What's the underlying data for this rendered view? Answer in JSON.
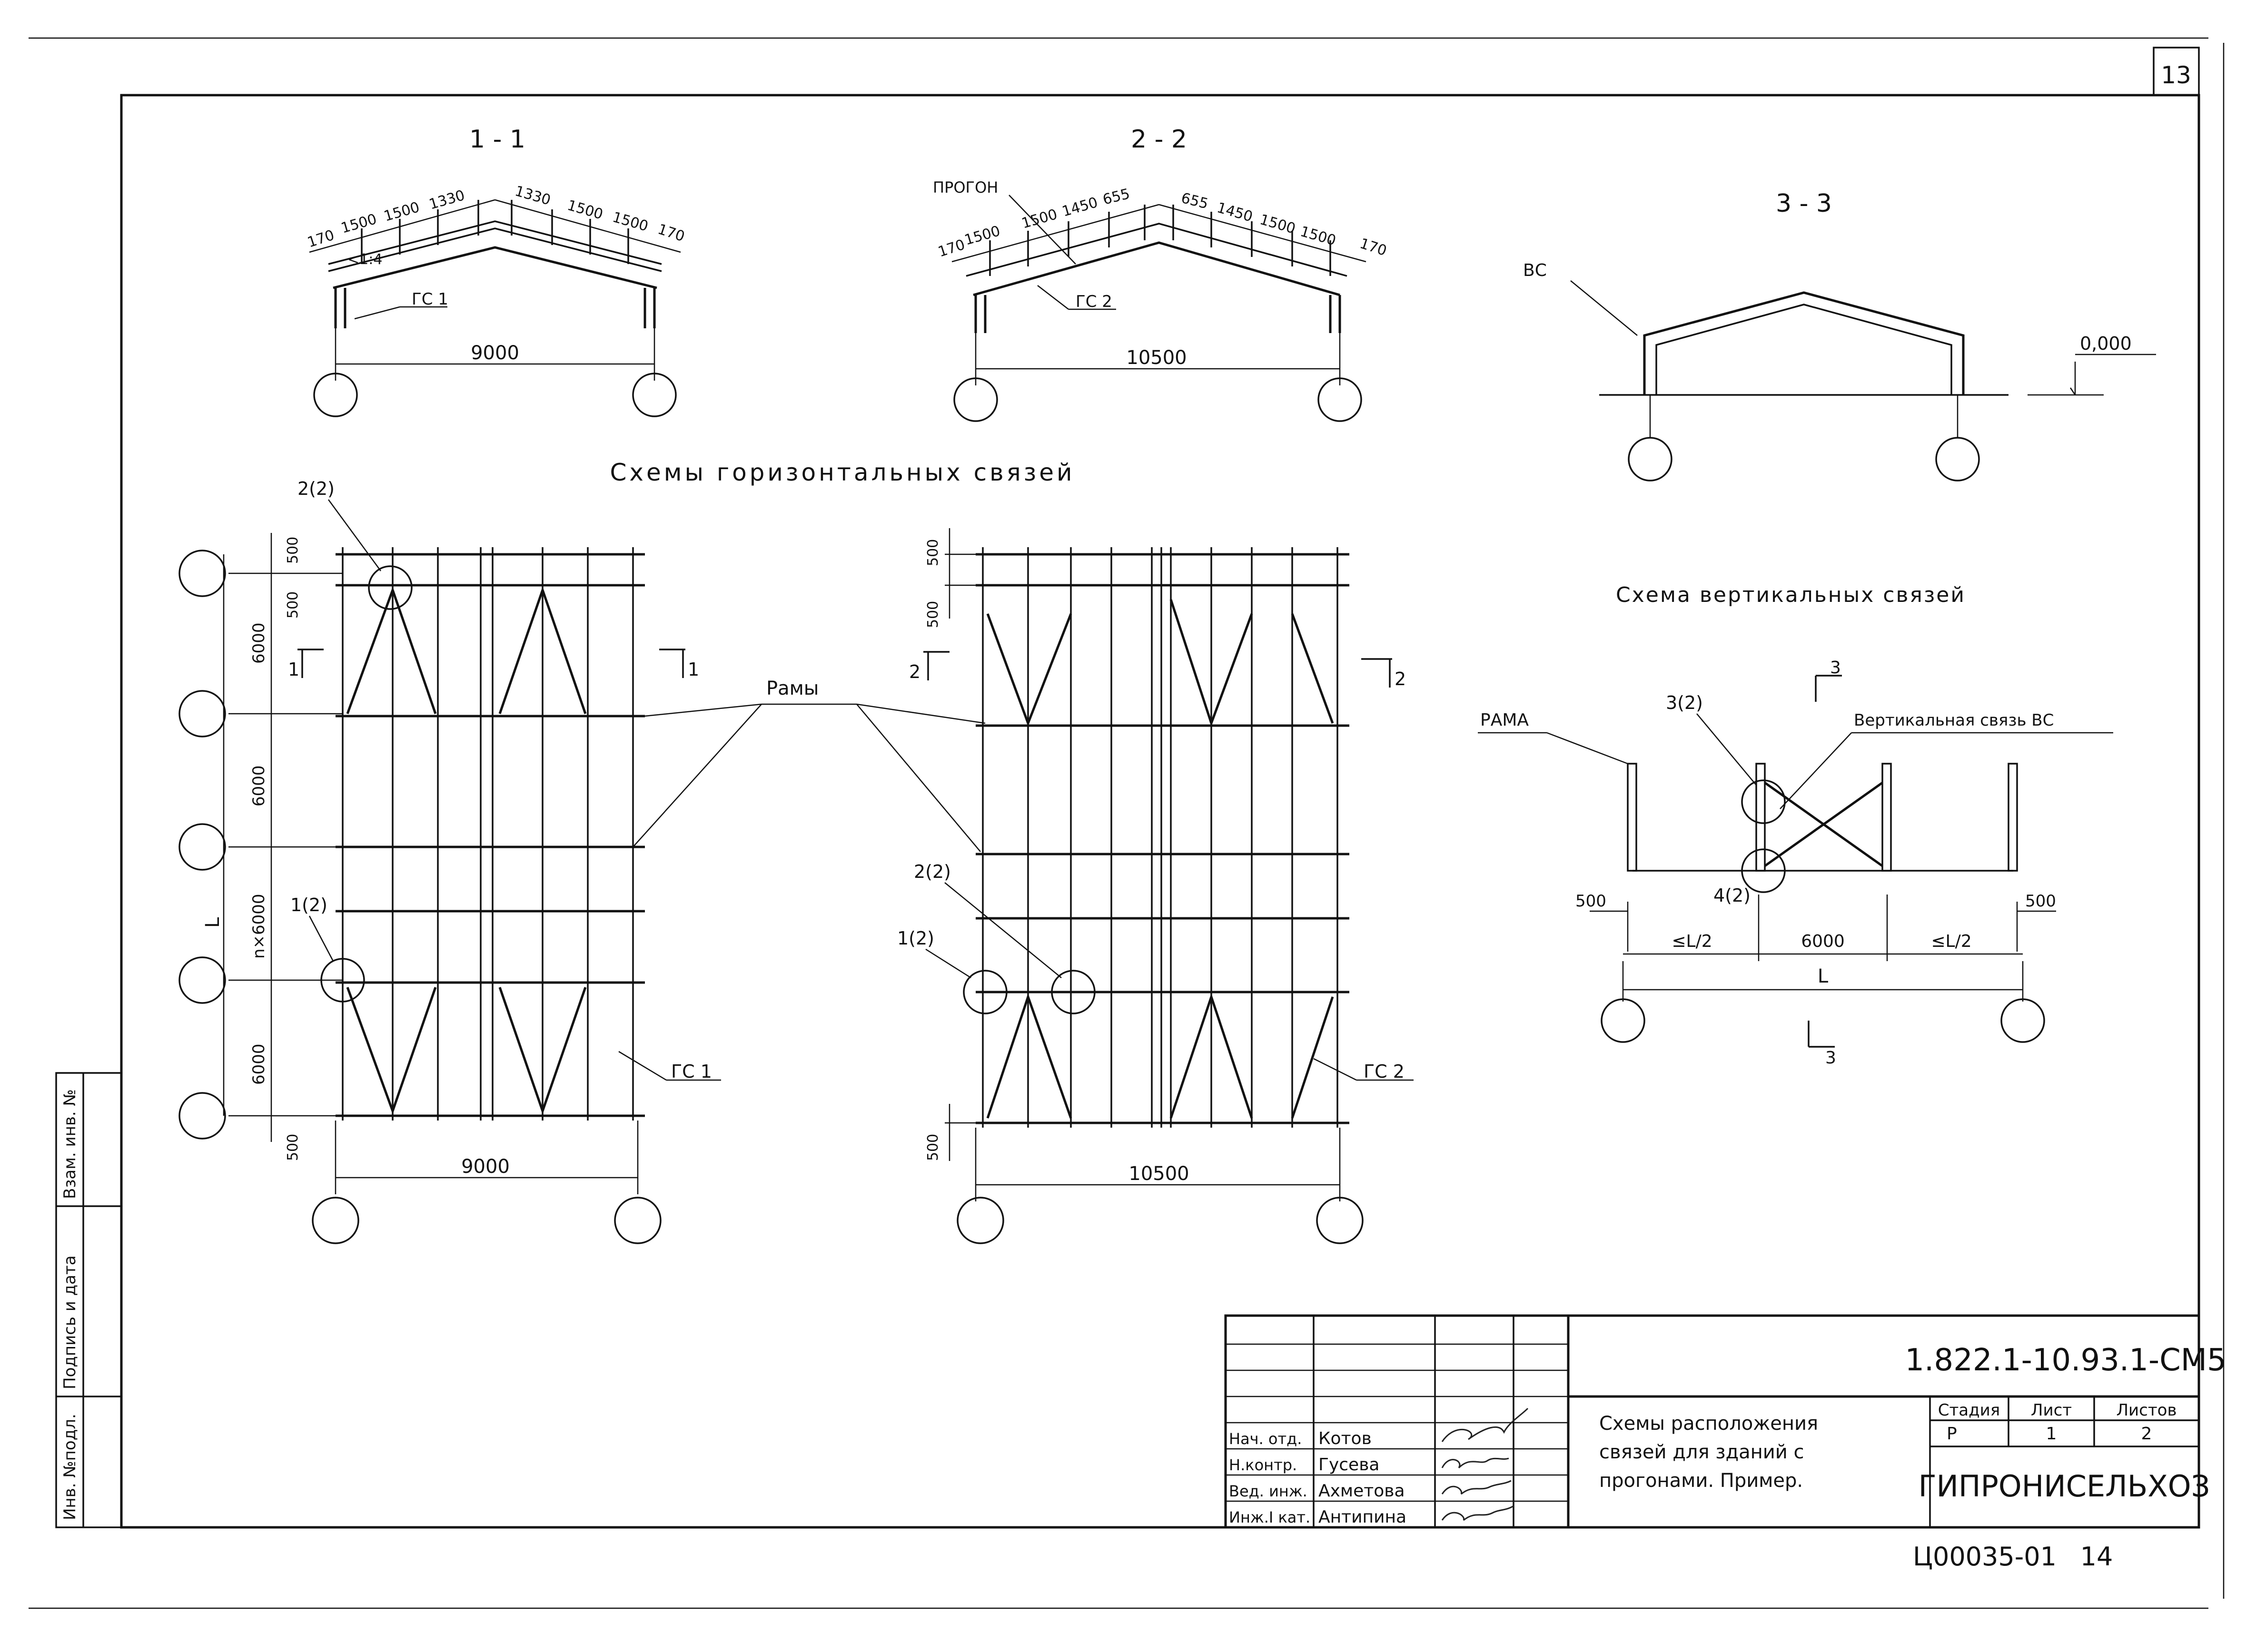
{
  "sheet": {
    "page_number": "13",
    "inventory_number": "Ц00035-01",
    "copy_number": "14"
  },
  "sections": {
    "s11": {
      "label": "1 - 1",
      "dims_left": [
        "170",
        "1500",
        "1500",
        "1330"
      ],
      "dims_right": [
        "1330",
        "1500",
        "1500",
        "170"
      ],
      "slope": "1:4",
      "beam": "ГС 1",
      "span": "9000"
    },
    "s22": {
      "label": "2 - 2",
      "purlin": "ПРОГОН",
      "dims_left": [
        "170",
        "1500",
        "1500",
        "1450",
        "655"
      ],
      "dims_right": [
        "655",
        "1450",
        "1500",
        "1500",
        "170"
      ],
      "beam": "ГС 2",
      "span": "10500"
    },
    "s33": {
      "label": "3 - 3",
      "bracing": "ВС",
      "level": "0,000"
    }
  },
  "horizontal": {
    "title": "Схемы горизонтальных связей",
    "frames_label": "Рамы",
    "left": {
      "dim_500_top": "500",
      "dim_500_second": "500",
      "dim_6000_a": "6000",
      "dim_6000_b": "6000",
      "dim_n6000": "n×6000",
      "dim_6000_c": "6000",
      "dim_500_bottom": "500",
      "L": "L",
      "span": "9000",
      "callout_top": "2(2)",
      "callout_mid": "1(2)",
      "beam": "ГС 1",
      "cut_left": "1",
      "cut_right": "1"
    },
    "right": {
      "dim_500_top": "500",
      "dim_500_second": "500",
      "dim_500_bottom": "500",
      "span": "10500",
      "callout_a": "2(2)",
      "callout_b": "1(2)",
      "beam": "ГС 2",
      "cut_left": "2",
      "cut_right": "2"
    }
  },
  "vertical": {
    "title": "Схема вертикальных связей",
    "frame": "РАМА",
    "callout_top": "3(2)",
    "callout_bottom": "4(2)",
    "bracing_label": "Вертикальная связь ВС",
    "dim_left_500": "500",
    "dim_right_500": "500",
    "dim_left": "≤L/2",
    "dim_mid": "6000",
    "dim_right": "≤L/2",
    "dim_total": "L",
    "cut_top": "3",
    "cut_bottom": "3"
  },
  "side_stamp": {
    "col1": "Инв. №подл.",
    "col2": "Подпись и дата",
    "col3": "Взам. инв. №"
  },
  "title_block": {
    "code": "1.822.1-10.93.1-СМ5",
    "title_lines": [
      "Схемы расположения",
      "связей для зданий с",
      "прогонами. Пример."
    ],
    "stage_header": "Стадия",
    "sheet_header": "Лист",
    "sheets_header": "Листов",
    "stage": "Р",
    "sheet": "1",
    "sheets": "2",
    "org": "ГИПРОНИСЕЛЬХОЗ",
    "people": [
      {
        "role": "Нач. отд.",
        "name": "Котов"
      },
      {
        "role": "Н.контр.",
        "name": "Гусева"
      },
      {
        "role": "Вед. инж.",
        "name": "Ахметова"
      },
      {
        "role": "Инж.I кат.",
        "name": "Антипина"
      }
    ]
  }
}
